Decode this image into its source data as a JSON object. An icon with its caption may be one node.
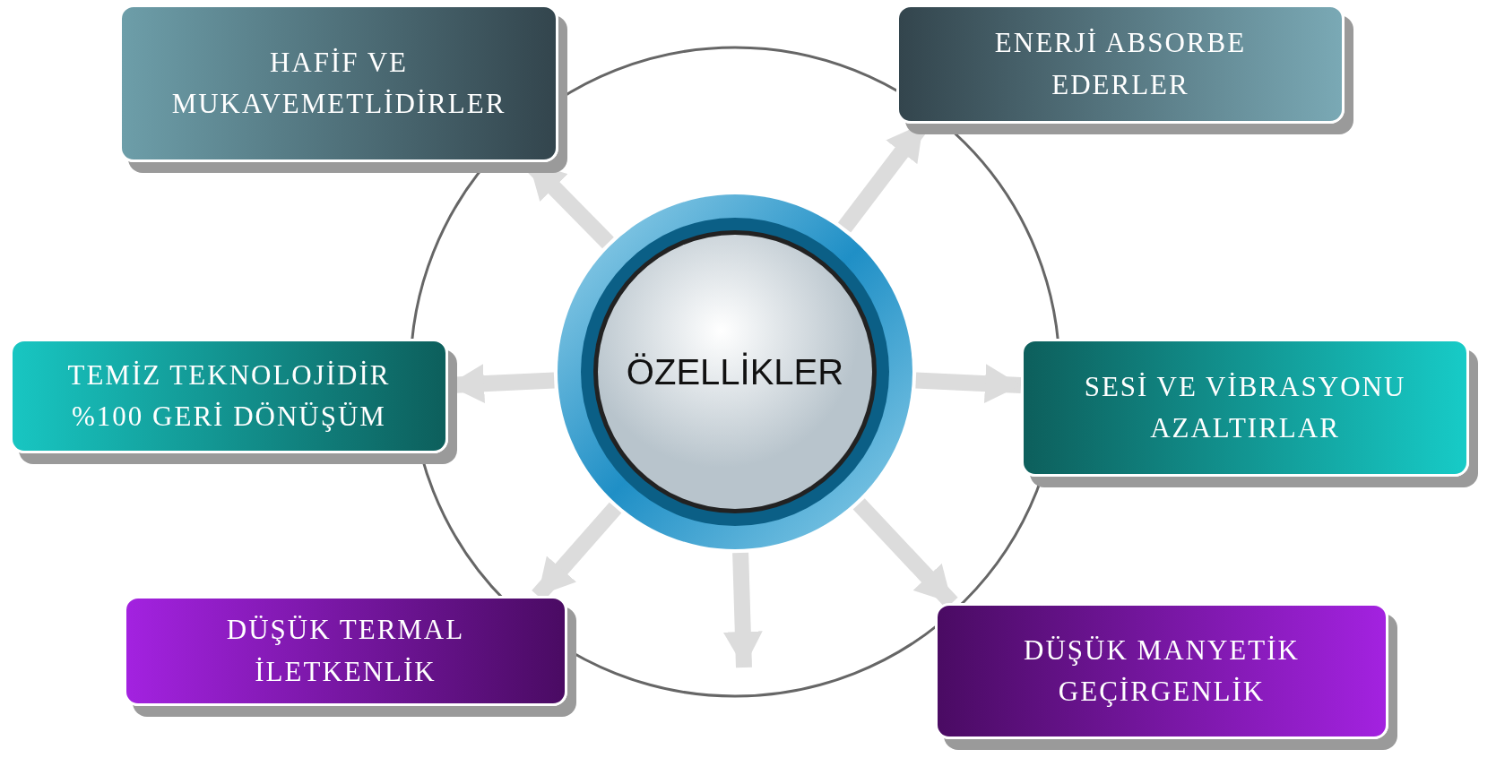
{
  "diagram": {
    "nodes": [
      {
        "text": [
          "ÖZELLİKLER"
        ]
      },
      {
        "text": [
          "HAFİF VE MUKAVEMETLİDİRLER"
        ]
      },
      {
        "text": [
          "ENERJİ ABSORBE EDERLER"
        ]
      },
      {
        "text": [
          "TEMİZ TEKNOLOJİDİR",
          "%100 GERİ DÖNÜŞÜM"
        ]
      },
      {
        "text": [
          "SESİ VE VİBRASYONU AZALTIRLAR"
        ]
      },
      {
        "text": [
          "DÜŞÜK TERMAL İLETKENLİK"
        ]
      },
      {
        "text": [
          "DÜŞÜK MANYETİK GEÇİRGENLİK"
        ]
      }
    ],
    "edges": [
      {
        "from": 0,
        "to": 1,
        "arrow": "to"
      },
      {
        "from": 0,
        "to": 2,
        "arrow": "to"
      },
      {
        "from": 0,
        "to": 3,
        "arrow": "to"
      },
      {
        "from": 0,
        "to": 4,
        "arrow": "to"
      },
      {
        "from": 0,
        "to": 5,
        "arrow": "to"
      },
      {
        "from": 0,
        "to": null,
        "arrow": "to"
      },
      {
        "from": 0,
        "to": 6,
        "arrow": "to"
      }
    ]
  }
}
